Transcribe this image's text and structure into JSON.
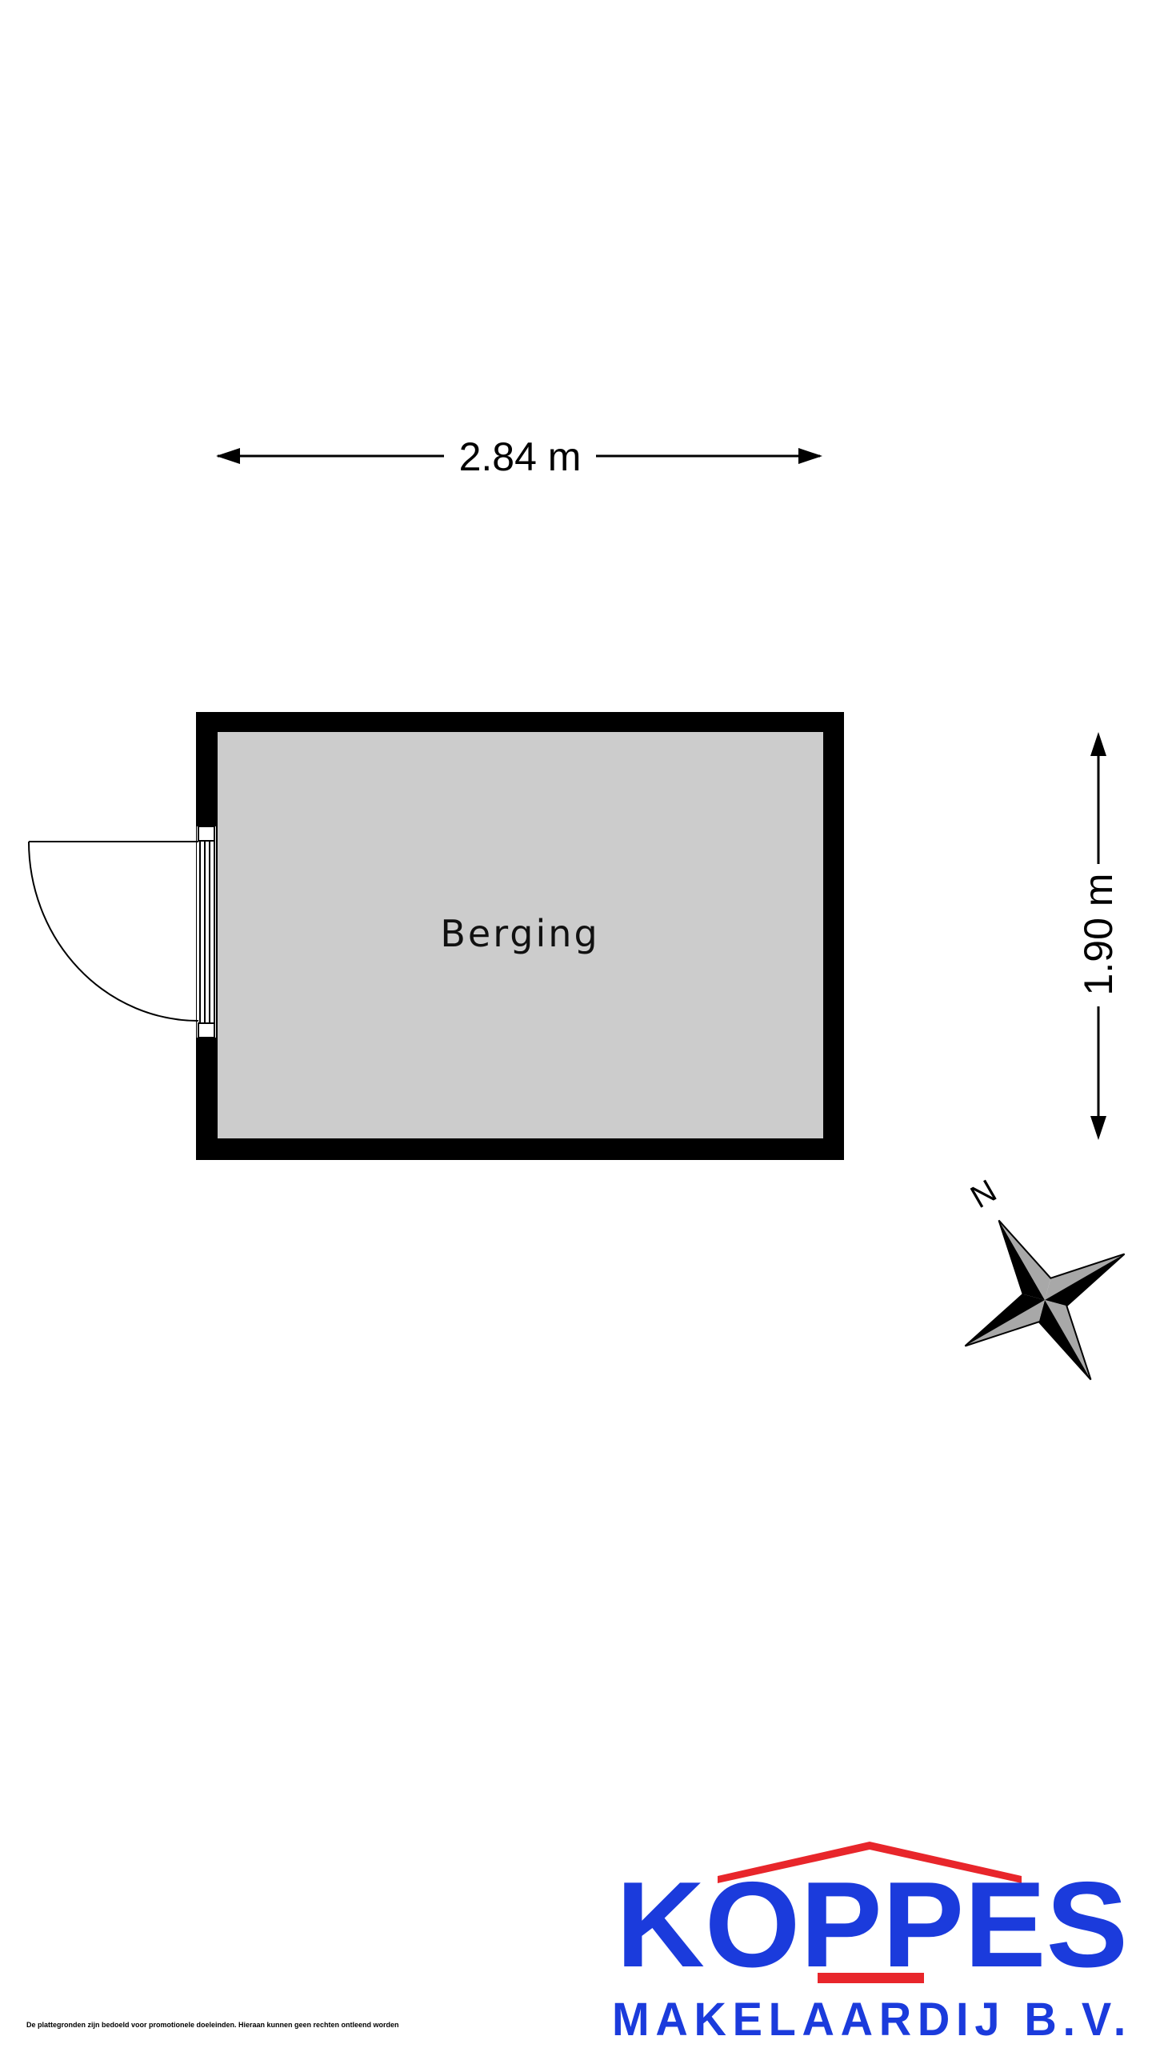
{
  "floorplan": {
    "width_label": "2.84 m",
    "height_label": "1.90 m",
    "room_name": "Berging",
    "north_label": "N"
  },
  "brand": {
    "name": "KOPPES",
    "subtitle": "MAKELAARDIJ B.V.",
    "color_primary": "#1b3bdc",
    "color_accent": "#e8262b"
  },
  "disclaimer": "De plattegronden zijn bedoeld voor promotionele doeleinden. Hieraan kunnen geen rechten ontleend worden",
  "colors": {
    "wall": "#000000",
    "floor": "#cccccc",
    "background": "#ffffff"
  }
}
